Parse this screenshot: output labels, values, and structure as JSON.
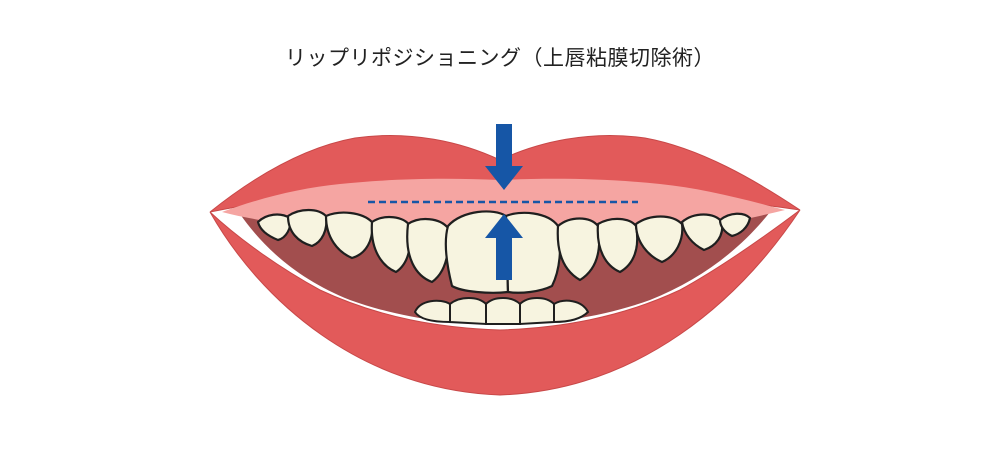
{
  "diagram": {
    "title": "リップリポジショニング（上唇粘膜切除術）",
    "colors": {
      "lip": "#e25a5a",
      "lip_outline": "#c84848",
      "gum": "#f5a5a2",
      "mouth_interior": "#a24e4e",
      "tooth": "#f7f4e0",
      "tooth_outline": "#1f1f1f",
      "arrow": "#1656a6",
      "guide_line": "#1656a6",
      "background": "#ffffff"
    },
    "arrows": [
      {
        "name": "down-arrow",
        "direction": "down"
      },
      {
        "name": "up-arrow",
        "direction": "up"
      }
    ]
  }
}
